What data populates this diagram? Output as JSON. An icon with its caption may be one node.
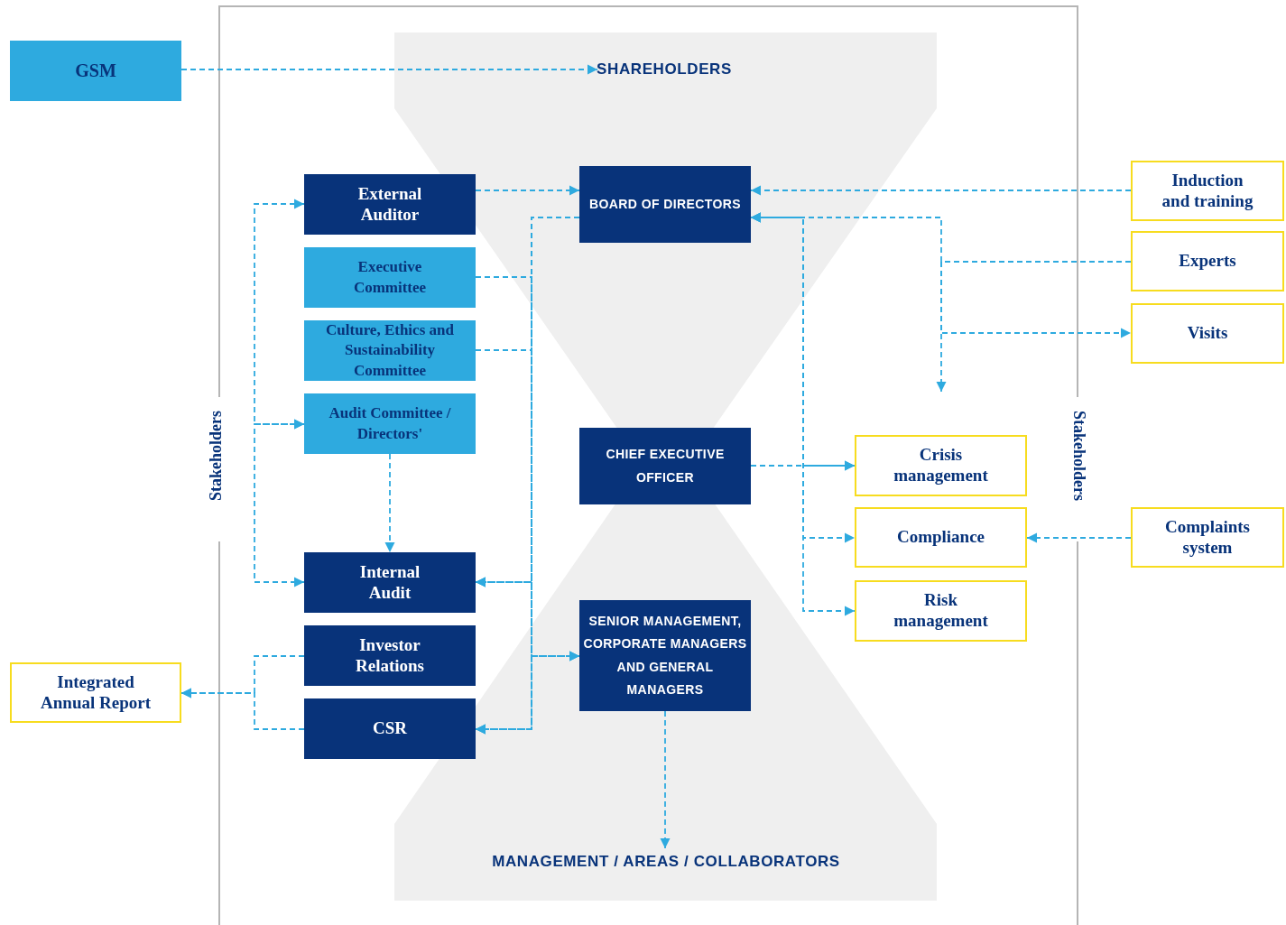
{
  "diagram": {
    "nodes": [
      {
        "text": [
          "GSM"
        ]
      },
      {
        "text": [
          "SHAREHOLDERS"
        ]
      },
      {
        "text": [
          "BOARD OF DIRECTORS"
        ]
      },
      {
        "text": [
          "External Auditor"
        ]
      },
      {
        "text": [
          "Executive Committee"
        ]
      },
      {
        "text": [
          "Culture, Ethics and Sustainability Committee"
        ]
      },
      {
        "text": [
          "Audit Committee / Directors'"
        ]
      },
      {
        "text": [
          "CHIEF EXECUTIVE OFFICER"
        ]
      },
      {
        "text": [
          "Internal Audit"
        ]
      },
      {
        "text": [
          "Investor Relations"
        ]
      },
      {
        "text": [
          "CSR"
        ]
      },
      {
        "text": [
          "SENIOR MANAGEMENT, CORPORATE MANAGERS AND GENERAL MANAGERS"
        ]
      },
      {
        "text": [
          "MANAGEMENT / AREAS / COLLABORATORS"
        ]
      },
      {
        "text": [
          "Integrated Annual Report"
        ]
      },
      {
        "text": [
          "Induction and training"
        ]
      },
      {
        "text": [
          "Experts"
        ]
      },
      {
        "text": [
          "Visits"
        ]
      },
      {
        "text": [
          "Crisis management"
        ]
      },
      {
        "text": [
          "Compliance"
        ]
      },
      {
        "text": [
          "Risk management"
        ]
      },
      {
        "text": [
          "Complaints system"
        ]
      }
    ],
    "edges": [
      {
        "from": 0,
        "to": 1,
        "arrow": "to"
      },
      {
        "from": 3,
        "to": 2,
        "arrow": "to"
      },
      {
        "from": 14,
        "to": 2,
        "arrow": "to"
      },
      {
        "from": 15,
        "to": 2,
        "arrow": "to"
      },
      {
        "from": 15,
        "to": 16,
        "arrow": "to"
      },
      {
        "from": 15,
        "to": null,
        "arrow": "to"
      },
      {
        "from": 2,
        "to": 17,
        "arrow": "both"
      },
      {
        "from": 2,
        "to": 18,
        "arrow": "both"
      },
      {
        "from": 2,
        "to": 19,
        "arrow": "both"
      },
      {
        "from": 7,
        "to": 17,
        "arrow": "to"
      },
      {
        "from": 20,
        "to": 18,
        "arrow": "to"
      },
      {
        "from": 2,
        "to": 8,
        "arrow": "to"
      },
      {
        "from": 2,
        "to": 11,
        "arrow": "to"
      },
      {
        "from": 2,
        "to": 10,
        "arrow": "to"
      },
      {
        "from": 4,
        "to": 8,
        "arrow": "to"
      },
      {
        "from": 4,
        "to": 11,
        "arrow": "to"
      },
      {
        "from": 4,
        "to": 10,
        "arrow": "to"
      },
      {
        "from": 5,
        "to": 8,
        "arrow": "to"
      },
      {
        "from": 5,
        "to": 11,
        "arrow": "to"
      },
      {
        "from": 5,
        "to": 10,
        "arrow": "to"
      },
      {
        "from": 3,
        "to": 6,
        "arrow": "both"
      },
      {
        "from": 6,
        "to": 8,
        "arrow": "both"
      },
      {
        "from": 6,
        "to": 8,
        "arrow": "to"
      },
      {
        "from": 9,
        "to": 13,
        "arrow": "to"
      },
      {
        "from": 10,
        "to": 13,
        "arrow": "to"
      },
      {
        "from": 11,
        "to": 12,
        "arrow": "to"
      }
    ],
    "labels": [
      "Stakeholders",
      "Stakeholders"
    ]
  }
}
